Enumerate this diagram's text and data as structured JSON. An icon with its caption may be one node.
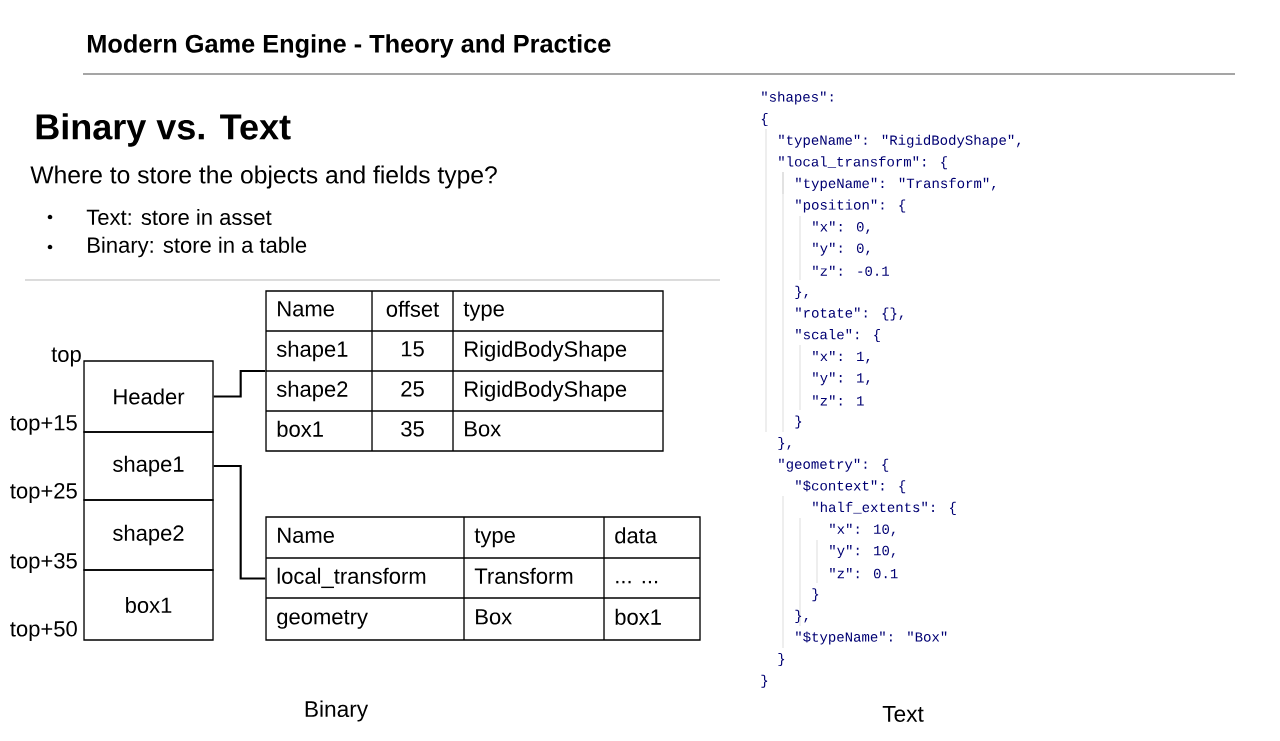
{
  "diagram": {
    "title": "Modern Game Engine - Theory and Practice",
    "nodes": [
      {
        "text": [
          "Header"
        ]
      },
      {
        "text": [
          "shape1"
        ]
      },
      {
        "text": [
          "shape2"
        ]
      },
      {
        "text": [
          "box1"
        ]
      },
      {
        "text": [
          "Name",
          "offset",
          "type",
          "shape1",
          "15",
          "RigidBodyShape",
          "shape2",
          "25",
          "RigidBodyShape",
          "box1",
          "35",
          "Box"
        ]
      },
      {
        "text": [
          "Name",
          "type",
          "data",
          "local_transform",
          "Transform",
          "... ...",
          "geometry",
          "Box",
          "box1"
        ]
      }
    ],
    "edges": [
      {
        "from": 0,
        "to": 4,
        "arrow": "none"
      },
      {
        "from": 1,
        "to": 5,
        "arrow": "none"
      }
    ],
    "labels": [
      "Binary vs. Text",
      "Where to store the objects and fields type?",
      "Text: store in asset",
      "Binary: store in a table",
      "top",
      "top+15",
      "top+25",
      "top+35",
      "top+50",
      "\"shapes\":",
      "{",
      "\"typeName\": \"RigidBodyShape\",",
      "\"local_transform\": {",
      "\"typeName\": \"Transform\",",
      "\"position\": {",
      "\"x\": 0,",
      "\"y\": 0,",
      "\"z\": -0.1",
      "},",
      "\"rotate\": {},",
      "\"scale\": {",
      "\"x\": 1,",
      "\"y\": 1,",
      "\"z\": 1",
      "}",
      "},",
      "\"geometry\": {",
      "\"$context\": {",
      "\"half_extents\": {",
      "\"x\": 10,",
      "\"y\": 10,",
      "\"z\": 0.1",
      "}",
      "},",
      "\"$typeName\": \"Box\"",
      "}",
      "}",
      "Binary",
      "Text"
    ]
  }
}
